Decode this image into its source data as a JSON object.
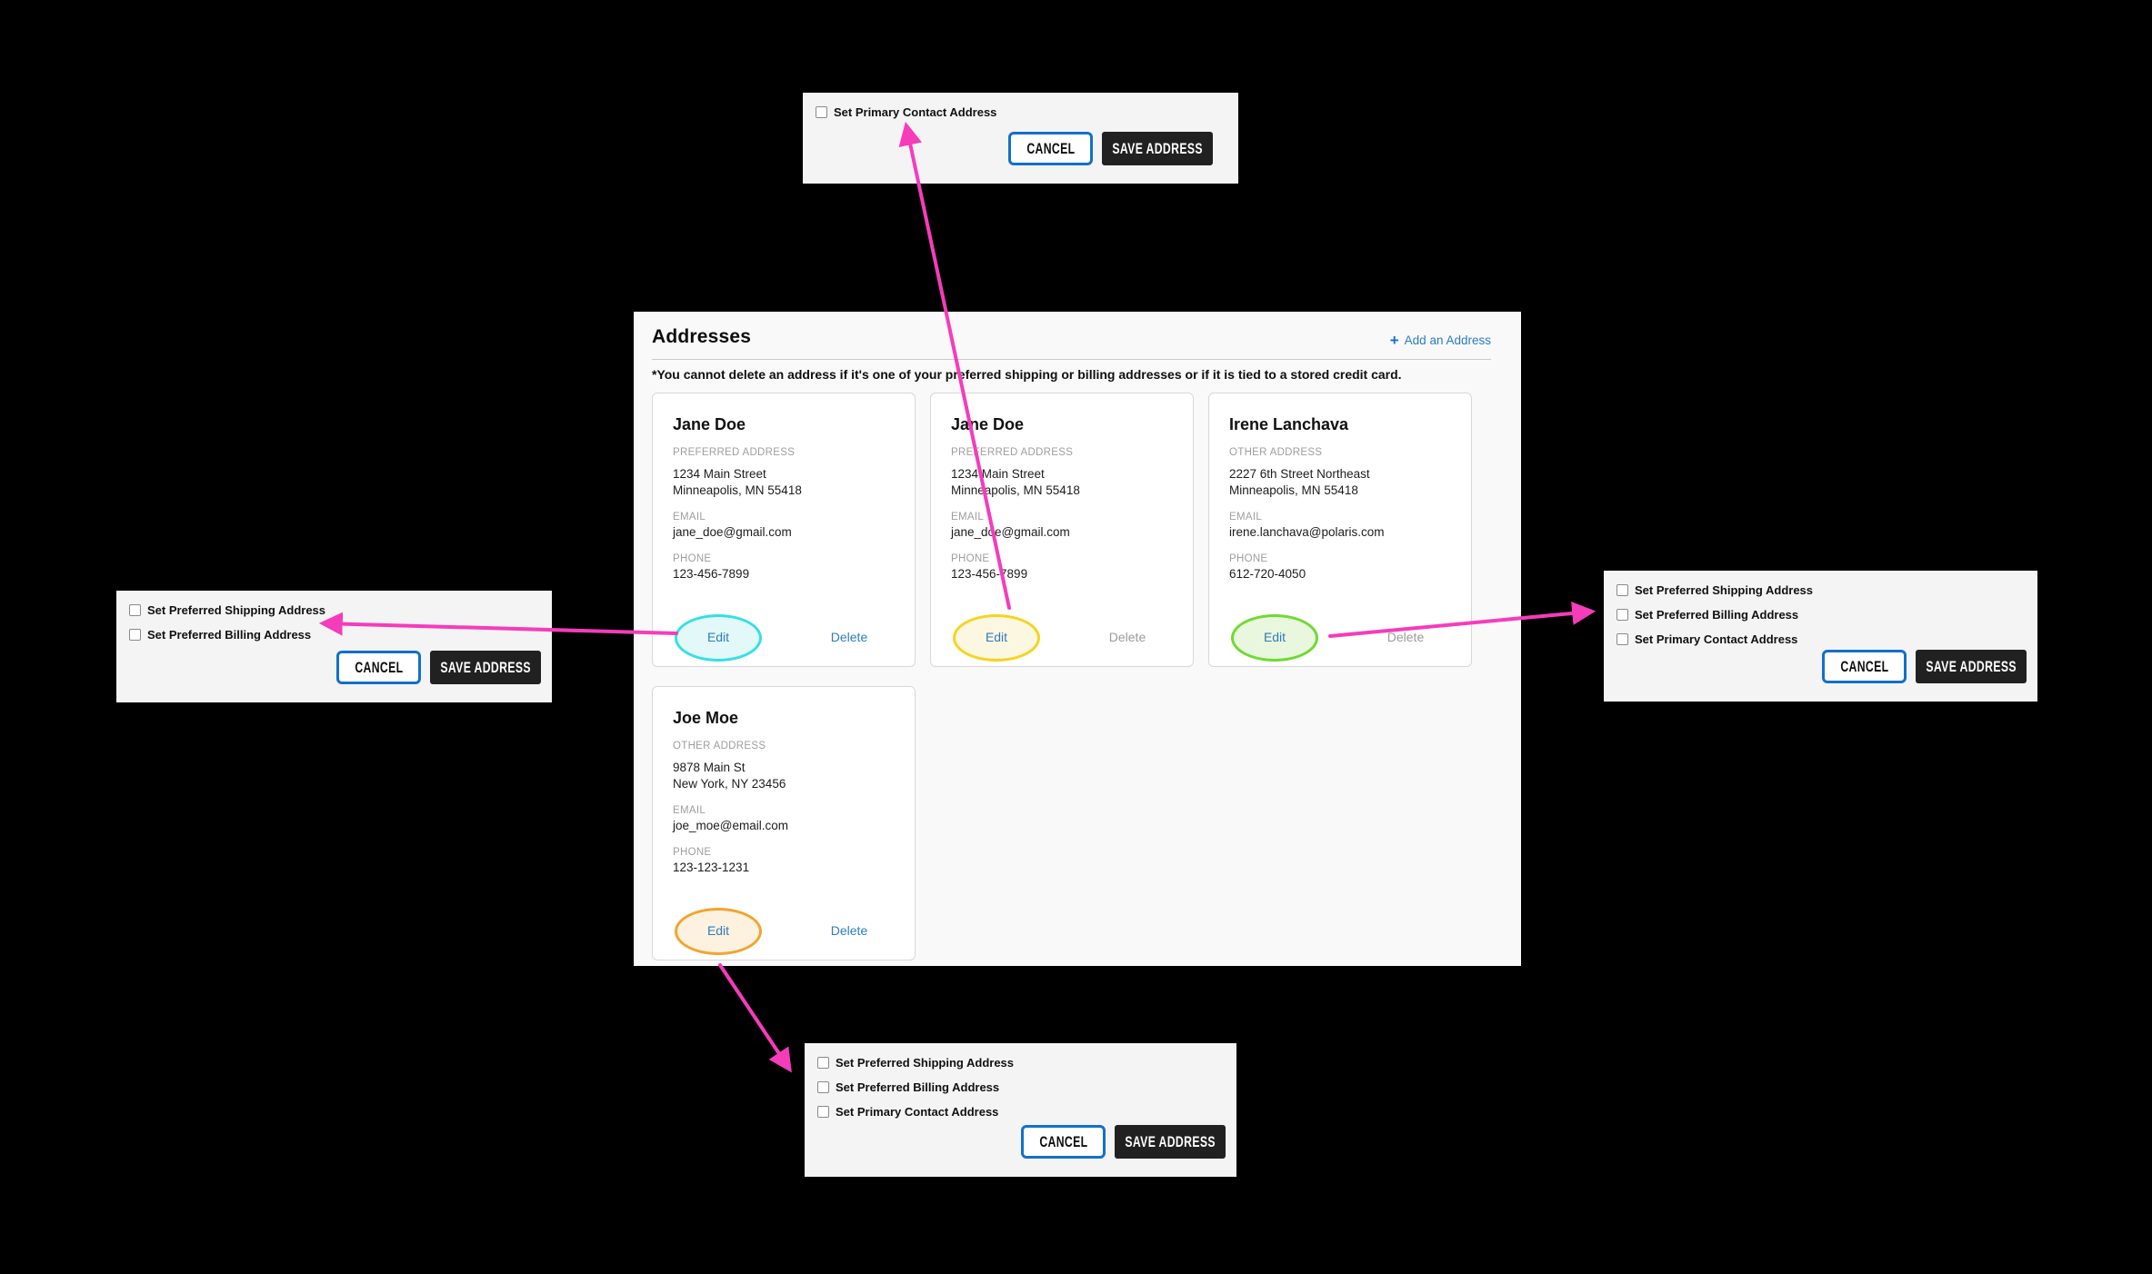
{
  "main_panel": {
    "title": "Addresses",
    "add_address_label": "Add an Address",
    "note": "*You cannot delete an address if it's one of your preferred shipping or billing addresses or if it is tied to a stored credit card.",
    "cards": [
      {
        "name": "Jane Doe",
        "type_label": "PREFERRED ADDRESS",
        "address_line1": "1234 Main Street",
        "address_line2": "Minneapolis, MN 55418",
        "email_label": "EMAIL",
        "email": "jane_doe@gmail.com",
        "phone_label": "PHONE",
        "phone": "123-456-7899",
        "edit_label": "Edit",
        "delete_label": "Delete"
      },
      {
        "name": "Jane Doe",
        "type_label": "PREFERRED ADDRESS",
        "address_line1": "1234 Main Street",
        "address_line2": "Minneapolis, MN 55418",
        "email_label": "EMAIL",
        "email": "jane_doe@gmail.com",
        "phone_label": "PHONE",
        "phone": "123-456-7899",
        "edit_label": "Edit",
        "delete_label": "Delete"
      },
      {
        "name": "Irene Lanchava",
        "type_label": "OTHER ADDRESS",
        "address_line1": "2227 6th Street Northeast",
        "address_line2": "Minneapolis, MN 55418",
        "email_label": "EMAIL",
        "email": "irene.lanchava@polaris.com",
        "phone_label": "PHONE",
        "phone": "612-720-4050",
        "edit_label": "Edit",
        "delete_label": "Delete"
      },
      {
        "name": "Joe Moe",
        "type_label": "OTHER ADDRESS",
        "address_line1": "9878 Main St",
        "address_line2": "New York, NY 23456",
        "email_label": "EMAIL",
        "email": "joe_moe@email.com",
        "phone_label": "PHONE",
        "phone": "123-123-1231",
        "edit_label": "Edit",
        "delete_label": "Delete"
      }
    ]
  },
  "popups": {
    "top": {
      "checkboxes": [
        "Set Primary Contact Address"
      ],
      "cancel_label": "CANCEL",
      "save_label": "SAVE ADDRESS"
    },
    "left": {
      "checkboxes": [
        "Set Preferred Shipping Address",
        "Set Preferred Billing Address"
      ],
      "cancel_label": "CANCEL",
      "save_label": "SAVE ADDRESS"
    },
    "right": {
      "checkboxes": [
        "Set Preferred Shipping Address",
        "Set Preferred Billing Address",
        "Set Primary Contact Address"
      ],
      "cancel_label": "CANCEL",
      "save_label": "SAVE ADDRESS"
    },
    "bottom": {
      "checkboxes": [
        "Set Preferred Shipping Address",
        "Set Preferred Billing Address",
        "Set Primary Contact Address"
      ],
      "cancel_label": "CANCEL",
      "save_label": "SAVE ADDRESS"
    }
  },
  "colors": {
    "annotation_arrow": "#f53cbb",
    "highlight_card1_edit": "#35dfe6",
    "highlight_card2_edit": "#f6d41f",
    "highlight_card3_edit": "#70da32",
    "highlight_card4_edit": "#f1a52f",
    "link_blue": "#2e7cbe",
    "cancel_border_blue": "#1270cb",
    "save_button_bg": "#212121",
    "popup_bg": "#f4f4f4",
    "disabled_link_gray": "#9b9b9b"
  }
}
